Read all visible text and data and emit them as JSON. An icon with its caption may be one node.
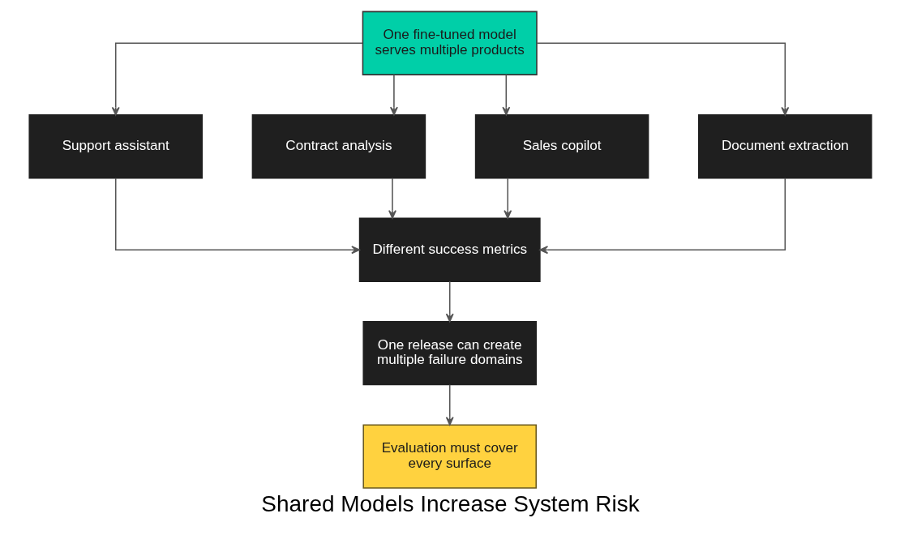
{
  "diagram": {
    "caption": "Shared Models Increase System Risk",
    "nodes": [
      {
        "text": [
          "One fine-tuned model serves multiple products"
        ]
      },
      {
        "text": [
          "Support assistant"
        ]
      },
      {
        "text": [
          "Contract analysis"
        ]
      },
      {
        "text": [
          "Sales copilot"
        ]
      },
      {
        "text": [
          "Document extraction"
        ]
      },
      {
        "text": [
          "Different success metrics"
        ]
      },
      {
        "text": [
          "One release can create multiple failure domains"
        ]
      },
      {
        "text": [
          "Evaluation must cover every surface"
        ]
      }
    ],
    "edges": [
      {
        "from": 0,
        "to": 1,
        "arrow": "to"
      },
      {
        "from": 0,
        "to": 2,
        "arrow": "to"
      },
      {
        "from": 0,
        "to": 3,
        "arrow": "to"
      },
      {
        "from": 0,
        "to": 4,
        "arrow": "to"
      },
      {
        "from": 1,
        "to": 5,
        "arrow": "to"
      },
      {
        "from": 2,
        "to": 5,
        "arrow": "to"
      },
      {
        "from": 3,
        "to": 5,
        "arrow": "to"
      },
      {
        "from": 4,
        "to": 5,
        "arrow": "to"
      },
      {
        "from": 5,
        "to": 6,
        "arrow": "to"
      },
      {
        "from": 6,
        "to": 7,
        "arrow": "to"
      }
    ]
  }
}
